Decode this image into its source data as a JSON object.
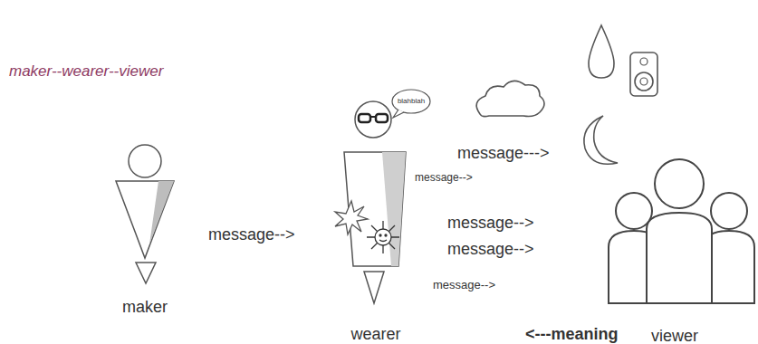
{
  "diagram": {
    "title": "maker--wearer--viewer",
    "nodes": [
      {
        "text": [
          "maker"
        ]
      },
      {
        "text": [
          "wearer"
        ]
      },
      {
        "text": [
          "blahblah"
        ]
      },
      {
        "text": [
          "viewer"
        ]
      }
    ],
    "labels": [
      "message-->",
      "message--->",
      "message-->",
      "message-->",
      "message-->",
      "message-->",
      "<---meaning"
    ]
  }
}
